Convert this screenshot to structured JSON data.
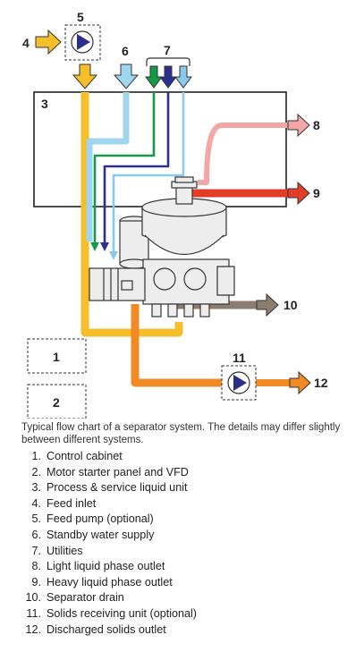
{
  "diagram": {
    "callouts": [
      "1",
      "2",
      "3",
      "4",
      "5",
      "6",
      "7",
      "8",
      "9",
      "10",
      "11",
      "12"
    ],
    "colors": {
      "feed": "#f6be2b",
      "water": "#9dd6ee",
      "util_green": "#139b47",
      "util_navy": "#2d2f8e",
      "util_light": "#89c9ec",
      "light_phase": "#f3a6a5",
      "heavy_phase": "#e23d26",
      "drain": "#8b7d70",
      "solids": "#ef8a24",
      "pump": "#2c2e8b"
    }
  },
  "caption": "Typical flow chart of a separator system. The details may differ slightly between different systems.",
  "legend": [
    {
      "n": "1.",
      "label": "Control cabinet"
    },
    {
      "n": "2.",
      "label": "Motor starter panel and VFD"
    },
    {
      "n": "3.",
      "label": "Process & service liquid unit"
    },
    {
      "n": "4.",
      "label": "Feed inlet"
    },
    {
      "n": "5.",
      "label": "Feed pump (optional)"
    },
    {
      "n": "6.",
      "label": "Standby water supply"
    },
    {
      "n": "7.",
      "label": "Utilities"
    },
    {
      "n": "8.",
      "label": "Light liquid phase outlet"
    },
    {
      "n": "9.",
      "label": "Heavy liquid phase outlet"
    },
    {
      "n": "10.",
      "label": "Separator drain"
    },
    {
      "n": "11.",
      "label": "Solids receiving unit (optional)"
    },
    {
      "n": "12.",
      "label": "Discharged solids outlet"
    }
  ]
}
